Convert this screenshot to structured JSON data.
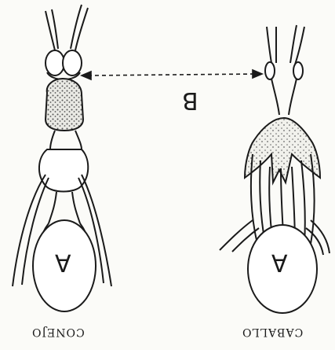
{
  "labels": {
    "left_organism": "CONEJO",
    "right_organism": "CABALLO",
    "marker_a": "A",
    "marker_b": "B"
  },
  "colors": {
    "ink": "#1a1a1a",
    "paper": "#fbfbf8",
    "stipple": "#555555"
  }
}
